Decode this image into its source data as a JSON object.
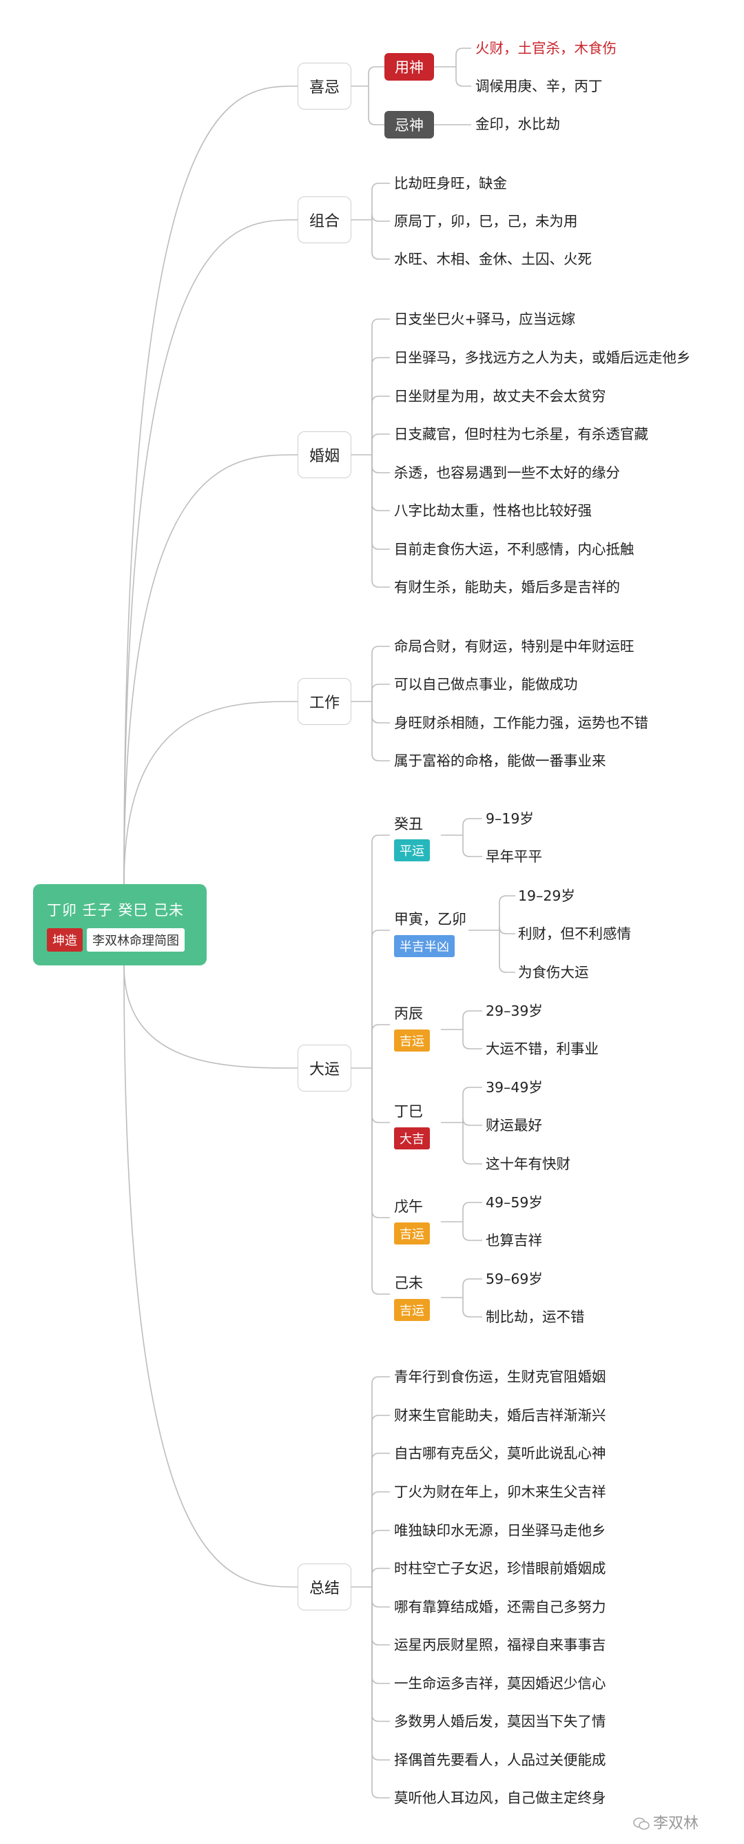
{
  "root": {
    "title": "丁卯 壬子 癸巳 己未",
    "tag1": "坤造",
    "tag2": "李双林命理简图"
  },
  "xiji": {
    "label": "喜忌",
    "yongshen": {
      "label": "用神",
      "items": [
        "火财，土官杀，木食伤",
        "调候用庚、辛，丙丁"
      ]
    },
    "jishen": {
      "label": "忌神",
      "items": [
        "金印，水比劫"
      ]
    }
  },
  "zuhe": {
    "label": "组合",
    "items": [
      "比劫旺身旺，缺金",
      "原局丁，卯，巳，己，未为用",
      "水旺、木相、金休、土囚、火死"
    ]
  },
  "hunyin": {
    "label": "婚姻",
    "items": [
      "日支坐巳火+驿马，应当远嫁",
      "日坐驿马，多找远方之人为夫，或婚后远走他乡",
      "日坐财星为用，故丈夫不会太贫穷",
      "日支藏官，但时柱为七杀星，有杀透官藏",
      "杀透，也容易遇到一些不太好的缘分",
      "八字比劫太重，性格也比较好强",
      "目前走食伤大运，不利感情，内心抵触",
      "有财生杀，能助夫，婚后多是吉祥的"
    ]
  },
  "gongzuo": {
    "label": "工作",
    "items": [
      "命局合财，有财运，特别是中年财运旺",
      "可以自己做点事业，能做成功",
      "身旺财杀相随，工作能力强，运势也不错",
      "属于富裕的命格，能做一番事业来"
    ]
  },
  "dayun": {
    "label": "大运",
    "periods": [
      {
        "name": "癸丑",
        "badge": "平运",
        "color": "#26b7bc",
        "items": [
          "9–19岁",
          "早年平平"
        ]
      },
      {
        "name": "甲寅，乙卯",
        "badge": "半吉半凶",
        "color": "#5b9ce6",
        "items": [
          "19–29岁",
          "利财，但不利感情",
          "为食伤大运"
        ]
      },
      {
        "name": "丙辰",
        "badge": "吉运",
        "color": "#f0a020",
        "items": [
          "29–39岁",
          "大运不错，利事业"
        ]
      },
      {
        "name": "丁巳",
        "badge": "大吉",
        "color": "#c8252c",
        "items": [
          "39–49岁",
          "财运最好",
          "这十年有快财"
        ]
      },
      {
        "name": "戊午",
        "badge": "吉运",
        "color": "#f0a020",
        "items": [
          "49–59岁",
          "也算吉祥"
        ]
      },
      {
        "name": "己未",
        "badge": "吉运",
        "color": "#f0a020",
        "items": [
          "59–69岁",
          "制比劫，运不错"
        ]
      }
    ]
  },
  "zongjie": {
    "label": "总结",
    "items": [
      "青年行到食伤运，生财克官阻婚姻",
      "财来生官能助夫，婚后吉祥渐渐兴",
      "自古哪有克岳父，莫听此说乱心神",
      "丁火为财在年上，卯木来生父吉祥",
      "唯独缺印水无源，日坐驿马走他乡",
      "时柱空亡子女迟，珍惜眼前婚姻成",
      "哪有靠算结成婚，还需自己多努力",
      "运星丙辰财星照，福禄自来事事吉",
      "一生命运多吉祥，莫因婚迟少信心",
      "多数男人婚后发，莫因当下失了情",
      "择偶首先要看人，人品过关便能成",
      "莫听他人耳边风，自己做主定终身"
    ]
  },
  "watermark": "李双林",
  "colors": {
    "root": "#4fc08d",
    "line": "#bdbdbd",
    "red": "#c8252c"
  }
}
